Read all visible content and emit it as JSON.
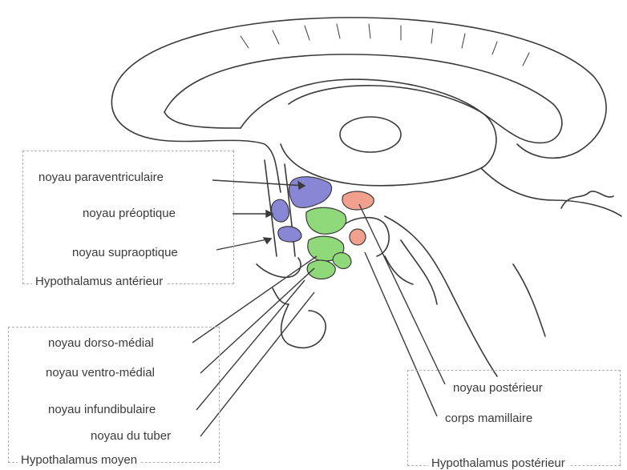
{
  "groups": {
    "anterior": {
      "title": "Hypothalamus antérieur",
      "labels": [
        "noyau paraventriculaire",
        "noyau préoptique",
        "noyau supraoptique"
      ]
    },
    "middle": {
      "title": "Hypothalamus moyen",
      "labels": [
        "noyau dorso-médial",
        "noyau ventro-médial",
        "noyau infundibulaire",
        "noyau du tuber"
      ]
    },
    "posterior": {
      "title": "Hypothalamus postérieur",
      "labels": [
        "noyau postérieur",
        "corps mamillaire"
      ]
    }
  },
  "colors": {
    "anterior": "#8a86d6",
    "middle": "#8fd97a",
    "posterior": "#f2a08e",
    "line": "#3a3a3a"
  }
}
